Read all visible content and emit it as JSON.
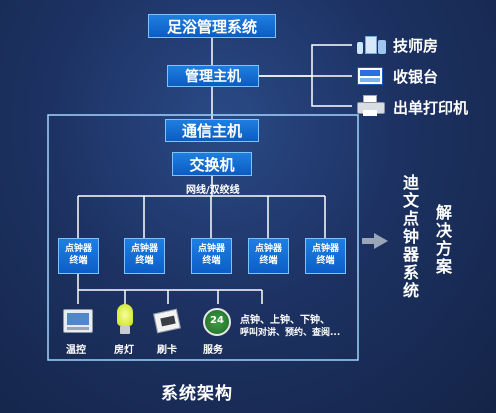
{
  "title": "足浴管理系统",
  "host": "管理主机",
  "peripherals": [
    {
      "label": "技师房",
      "icon": "technician-room-icon"
    },
    {
      "label": "收银台",
      "icon": "cashier-icon"
    },
    {
      "label": "出单打印机",
      "icon": "printer-icon"
    }
  ],
  "comm_host": "通信主机",
  "switch": "交换机",
  "cable_label": "网线/双绞线",
  "terminals": [
    "点钟器\n终端",
    "点钟器\n终端",
    "点钟器\n终端",
    "点钟器\n终端",
    "点钟器\n终端"
  ],
  "devices": [
    {
      "label": "温控",
      "icon": "thermostat-icon"
    },
    {
      "label": "房灯",
      "icon": "light-bulb-icon"
    },
    {
      "label": "刷卡",
      "icon": "card-reader-icon"
    },
    {
      "label": "服务",
      "icon": "service-24-icon"
    }
  ],
  "functions_line1": "点钟、上钟、下钟、",
  "functions_line2": "呼叫对讲、预约、查阅...",
  "solution_name": "迪文点钟器系统",
  "solution_suffix": "解决方案",
  "caption": "系统架构",
  "service_badge": "24",
  "colors": {
    "box": "#1575dc",
    "line": "#ffffff",
    "background": "#1d3263"
  }
}
